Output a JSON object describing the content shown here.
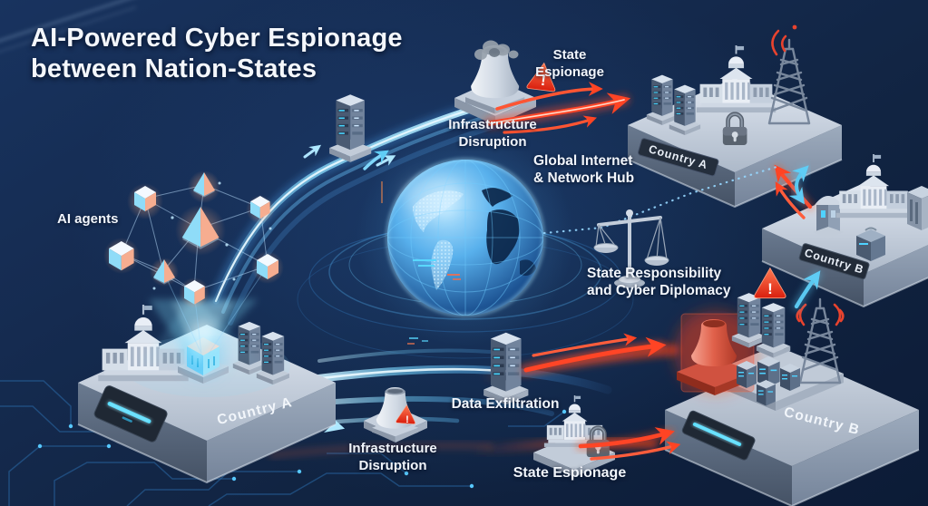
{
  "title": "AI-Powered Cyber Espionage\nbetween Nation-States",
  "labels": {
    "ai_agents": "AI agents",
    "infrastructure_disruption_top": "Infrastructure\nDisruption",
    "state_espionage_top": "State\nEspionage",
    "global_internet_hub": "Global Internet\n& Network Hub",
    "state_responsibility": "State Responsibility\nand Cyber Diplomacy",
    "data_exfiltration": "Data Exfiltration",
    "infrastructure_disruption_bottom": "Infrastructure\nDisruption",
    "state_espionage_bottom": "State Espionage",
    "warning_mark": "!"
  },
  "platforms": [
    {
      "id": "country-a-origin",
      "label": "Country A"
    },
    {
      "id": "country-a-top-right",
      "label": "Country A"
    },
    {
      "id": "country-b-right",
      "label": "Country B"
    },
    {
      "id": "country-b-bottom",
      "label": "Country B"
    }
  ],
  "icons": [
    "ai-agent-cube",
    "ai-agent-pyramid",
    "holographic-cube",
    "government-building",
    "server-tower",
    "cooling-tower",
    "radio-tower",
    "padlock",
    "warning-triangle",
    "scales-of-justice",
    "globe",
    "briefcase",
    "smoke",
    "signal-waves",
    "circuit-traces",
    "attack-arrows-red",
    "data-stream-arrows-cyan"
  ],
  "colors": {
    "background": "#13294e",
    "accent_cyan": "#45d0ff",
    "attack_red": "#f23b1e",
    "platform_gray": "#c6d0dd",
    "text": "#f2f6fb",
    "warning": "#e83a20"
  }
}
